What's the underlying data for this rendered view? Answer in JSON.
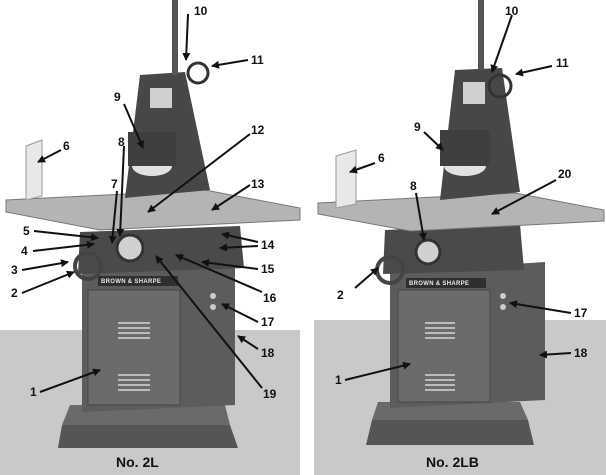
{
  "captions": {
    "left": "No. 2L",
    "right": "No. 2LB"
  },
  "nameplate": "BROWN & SHARPE",
  "colors": {
    "background": "#ffffff",
    "floor": "#c9c9c9",
    "machine_dark": "#3a3a3a",
    "machine_mid": "#5c5c5c",
    "machine_light": "#8a8a8a",
    "table": "#b4b4b4",
    "label_ink": "#111111"
  },
  "left_machine": {
    "callouts": [
      "1",
      "2",
      "3",
      "4",
      "5",
      "6",
      "7",
      "8",
      "9",
      "10",
      "11",
      "12",
      "13",
      "14",
      "15",
      "16",
      "17",
      "18",
      "19"
    ]
  },
  "right_machine": {
    "callouts": [
      "1",
      "2",
      "6",
      "8",
      "9",
      "10",
      "11",
      "17",
      "18",
      "20"
    ]
  }
}
